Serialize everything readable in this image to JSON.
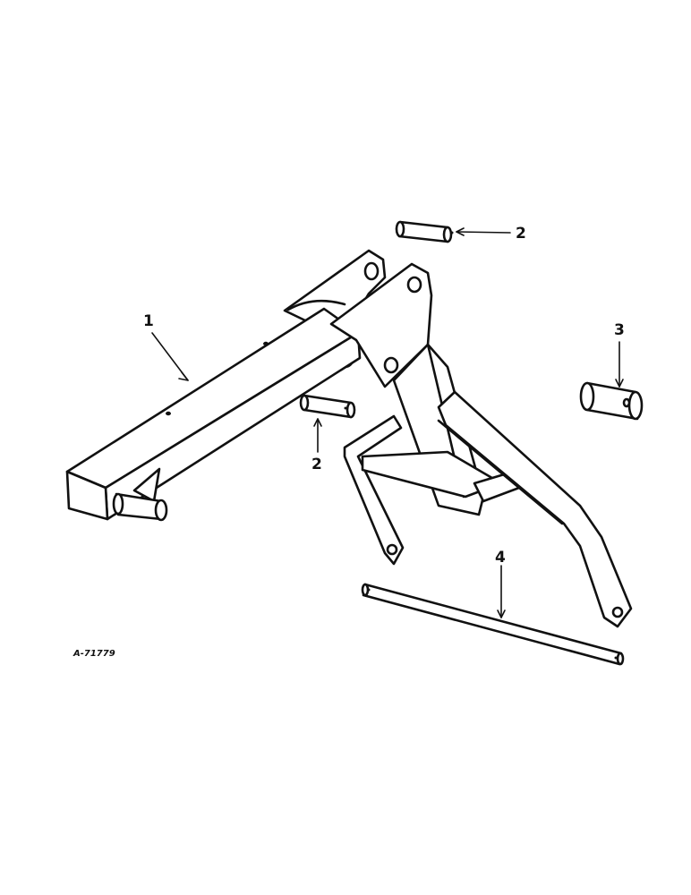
{
  "figure_id": "A-71779",
  "callouts": [
    {
      "id": "callout-1",
      "label": "1"
    },
    {
      "id": "callout-2a",
      "label": "2"
    },
    {
      "id": "callout-2b",
      "label": "2"
    },
    {
      "id": "callout-3",
      "label": "3"
    },
    {
      "id": "callout-4",
      "label": "4"
    }
  ],
  "parts": {
    "p1": "drawbar-frame",
    "p2": "pin",
    "p3": "pin",
    "p4": "rod"
  },
  "colors": {
    "ink": "#111111",
    "paper": "#ffffff"
  }
}
